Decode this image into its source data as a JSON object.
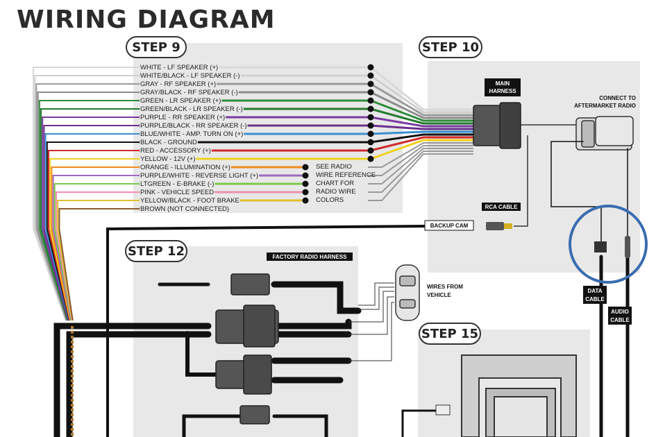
{
  "title": "WIRING DIAGRAM",
  "steps": {
    "step9": "STEP 9",
    "step10": "STEP 10",
    "step12": "STEP 12",
    "step15": "STEP 15"
  },
  "wires": [
    {
      "label": "WHITE - LF SPEAKER (+)",
      "color": "#d8d8d8"
    },
    {
      "label": "WHITE/BLACK - LF SPEAKER (-)",
      "color": "#cfcfcf"
    },
    {
      "label": "GRAY - RF SPEAKER (+)",
      "color": "#9a9a9a"
    },
    {
      "label": "GRAY/BLACK - RF SPEAKER (-)",
      "color": "#8c8c8c"
    },
    {
      "label": "GREEN - LR SPEAKER (+)",
      "color": "#2e8b3a"
    },
    {
      "label": "GREEN/BLACK - LR SPEAKER (-)",
      "color": "#237a2f"
    },
    {
      "label": "PURPLE - RR SPEAKER (+)",
      "color": "#7a3aa0"
    },
    {
      "label": "PURPLE/BLACK - RR SPEAKER (-)",
      "color": "#6a2f8c"
    },
    {
      "label": "BLUE/WHITE - AMP. TURN ON (+)",
      "color": "#3a8fd0"
    },
    {
      "label": "BLACK - GROUND",
      "color": "#111111"
    },
    {
      "label": "RED - ACCESSORY (+)",
      "color": "#d12a2a"
    },
    {
      "label": "YELLOW - 12V (+)",
      "color": "#f0d020"
    },
    {
      "label": "ORANGE - ILLUMINATION (+)",
      "color": "#f08a1e"
    },
    {
      "label": "PURPLE/WHITE - REVERSE LIGHT (+)",
      "color": "#9b6ac0"
    },
    {
      "label": "LTGREEN - E-BRAKE (-)",
      "color": "#7cc84a"
    },
    {
      "label": "PINK - VEHICLE SPEED",
      "color": "#ee8fb0"
    },
    {
      "label": "YELLOW/BLACK - FOOT BRAKE",
      "color": "#e0c030"
    },
    {
      "label": "BROWN (NOT CONNECTED)",
      "color": "#8a5a2a"
    }
  ],
  "see_radio_note": [
    "SEE RADIO",
    "WIRE REFERENCE",
    "CHART FOR",
    "RADIO WIRE",
    "COLORS"
  ],
  "labels": {
    "main_harness": [
      "MAIN",
      "HARNESS"
    ],
    "connect_to": [
      "CONNECT TO",
      "AFTERMARKET RADIO"
    ],
    "rca_cable": "RCA CABLE",
    "backup_cam": "BACKUP CAM",
    "factory_radio_harness": "FACTORY RADIO HARNESS",
    "wires_from_vehicle": [
      "WIRES FROM",
      "VEHICLE"
    ],
    "data_cable": [
      "DATA",
      "CABLE"
    ],
    "audio_cable": [
      "AUDIO",
      "CABLE"
    ]
  },
  "colors": {
    "panel": "#e8e8e8",
    "highlight_circle": "#3a6cb0",
    "label_bg": "#111111"
  }
}
